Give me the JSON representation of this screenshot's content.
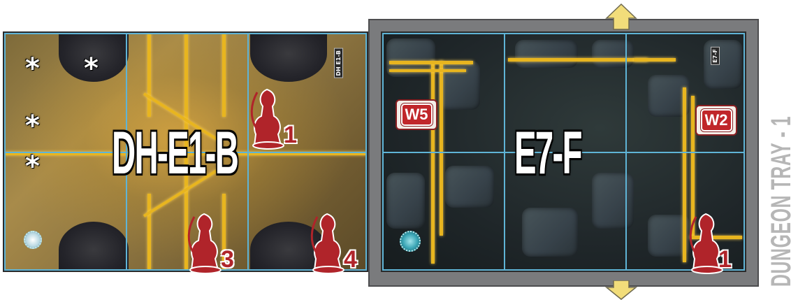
{
  "tiles": [
    {
      "label": "DH-E1-B",
      "tag": "DH E1-B"
    },
    {
      "label": "E7-F",
      "tag": "E7-F"
    }
  ],
  "tray_title": "DUNGEON TRAY - 1",
  "wandering": [
    {
      "label": "W5"
    },
    {
      "label": "W2"
    }
  ],
  "monsters": [
    {
      "number": "1"
    },
    {
      "number": "3"
    },
    {
      "number": "4"
    },
    {
      "number": "1"
    }
  ],
  "star_symbol": "*",
  "colors": {
    "grid": "#5fb4d6",
    "gold": "#e8b51f",
    "monster_red": "#b0242a",
    "tray_gray": "#7a7b7d",
    "arrow_yellow": "#f2dd7a"
  },
  "icons": [
    "star-marker",
    "portal-icon",
    "monster-figure-icon",
    "exit-arrow-icon",
    "wandering-marker"
  ]
}
